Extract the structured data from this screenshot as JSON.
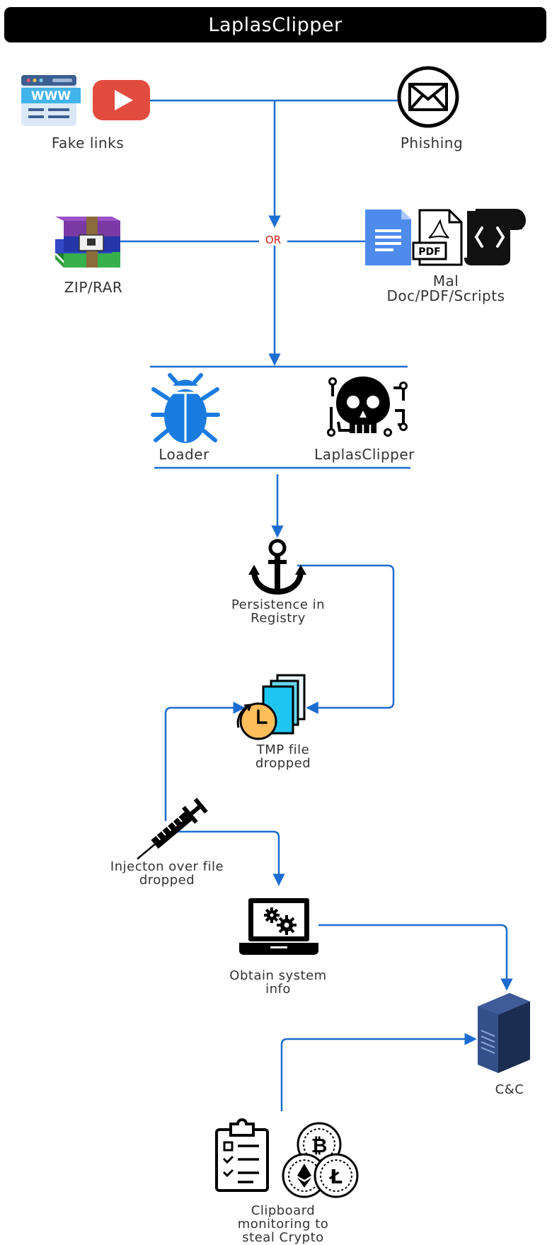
{
  "title": "LaplasClipper",
  "labels": {
    "fake_links": "Fake links",
    "phishing": "Phishing",
    "or": "OR",
    "zip_rar": "ZIP/RAR",
    "mal_docs_line1": "Mal",
    "mal_docs_line2": "Doc/PDF/Scripts",
    "pdf_badge": "PDF",
    "www_badge": "WWW",
    "loader": "Loader",
    "laplasclipper": "LaplasClipper",
    "persistence_line1": "Persistence in",
    "persistence_line2": "Registry",
    "tmp_line1": "TMP file",
    "tmp_line2": "dropped",
    "injection_line1": "Injecton over file",
    "injection_line2": "dropped",
    "sysinfo_line1": "Obtain system",
    "sysinfo_line2": "info",
    "cnc": "C&C",
    "clipboard_line1": "Clipboard",
    "clipboard_line2": "monitoring to",
    "clipboard_line3": "steal Crypto"
  },
  "colors": {
    "arrow": "#1c6dd0",
    "or_text": "#d21818",
    "title_bg": "#000000"
  }
}
